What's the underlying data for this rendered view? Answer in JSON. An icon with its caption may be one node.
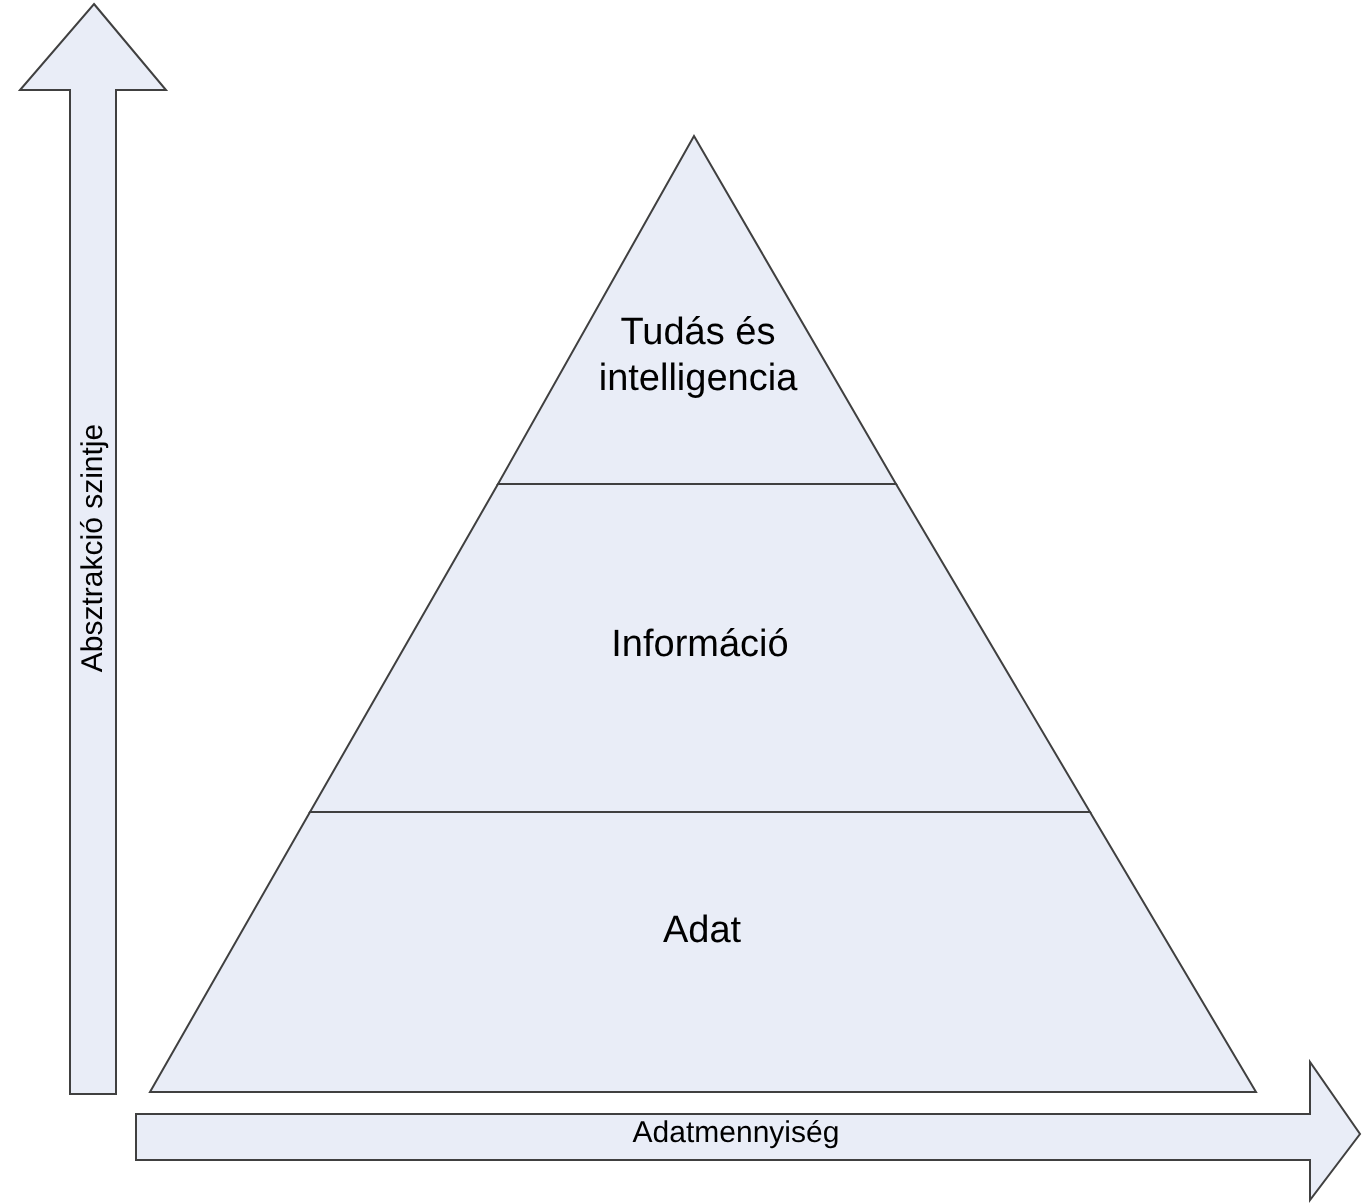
{
  "diagram": {
    "nodes": [
      {
        "text": [
          "Tudás és intelligencia"
        ]
      },
      {
        "text": [
          "Információ"
        ]
      },
      {
        "text": [
          "Adat"
        ]
      },
      {
        "text": [
          "Absztrakció szintje"
        ]
      },
      {
        "text": [
          "Adatmennyiség"
        ]
      }
    ]
  }
}
